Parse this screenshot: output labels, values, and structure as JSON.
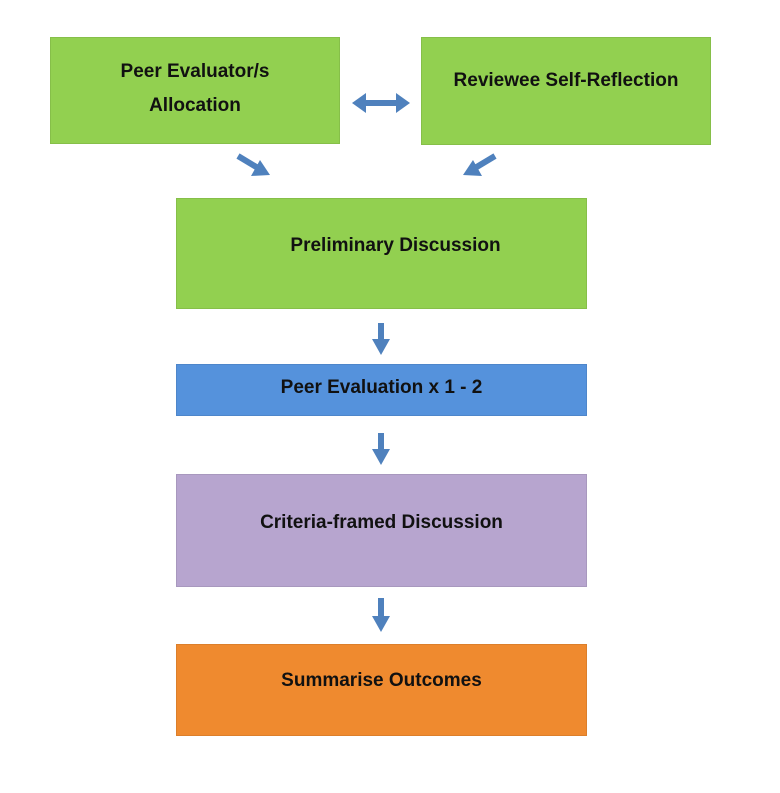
{
  "diagram": {
    "nodes": [
      {
        "id": "peer_alloc",
        "label": "Peer Evaluator/s\nAllocation",
        "color": "#92d050"
      },
      {
        "id": "self_refl",
        "label": "Reviewee Self-Reflection",
        "color": "#92d050"
      },
      {
        "id": "prelim",
        "label": "Preliminary Discussion",
        "color": "#92d050"
      },
      {
        "id": "peer_eval",
        "label": "Peer Evaluation x 1 - 2",
        "color": "#5592dc"
      },
      {
        "id": "criteria",
        "label": "Criteria-framed Discussion",
        "color": "#b7a5cf"
      },
      {
        "id": "summarise",
        "label": "Summarise Outcomes",
        "color": "#ef8a2f"
      }
    ],
    "edges": [
      {
        "from": "peer_alloc",
        "to": "self_refl",
        "style": "bidirectional"
      },
      {
        "from": "peer_alloc",
        "to": "prelim",
        "style": "directed"
      },
      {
        "from": "self_refl",
        "to": "prelim",
        "style": "directed"
      },
      {
        "from": "prelim",
        "to": "peer_eval",
        "style": "directed"
      },
      {
        "from": "peer_eval",
        "to": "criteria",
        "style": "directed"
      },
      {
        "from": "criteria",
        "to": "summarise",
        "style": "directed"
      }
    ],
    "arrow_color": "#4f81bd"
  }
}
